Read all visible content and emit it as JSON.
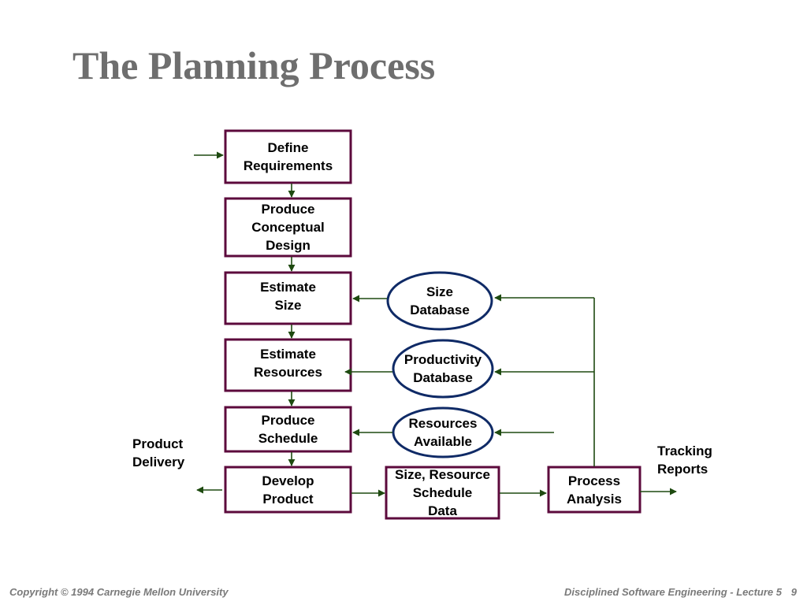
{
  "slide": {
    "title": "The Planning Process"
  },
  "nodes": {
    "define_requirements": "Define\nRequirements",
    "produce_conceptual_design": "Produce\nConceptual\nDesign",
    "estimate_size": "Estimate\nSize",
    "estimate_resources": "Estimate\nResources",
    "produce_schedule": "Produce\nSchedule",
    "develop_product": "Develop\nProduct",
    "size_database": "Size\nDatabase",
    "productivity_database": "Productivity\nDatabase",
    "resources_available": "Resources\nAvailable",
    "size_resource_schedule_data": "Size, Resource\nSchedule\nData",
    "process_analysis": "Process\nAnalysis"
  },
  "labels": {
    "product_delivery": "Product\nDelivery",
    "tracking_reports": "Tracking\nReports"
  },
  "footer": {
    "copyright": "Copyright  © 1994 Carnegie Mellon University",
    "course": "Disciplined Software Engineering - Lecture 5",
    "page_number": "9"
  },
  "colors": {
    "box_border": "#5c0a3c",
    "ellipse_border": "#0f2a66",
    "arrow": "#1e4a10",
    "title": "#6e6e6e"
  }
}
